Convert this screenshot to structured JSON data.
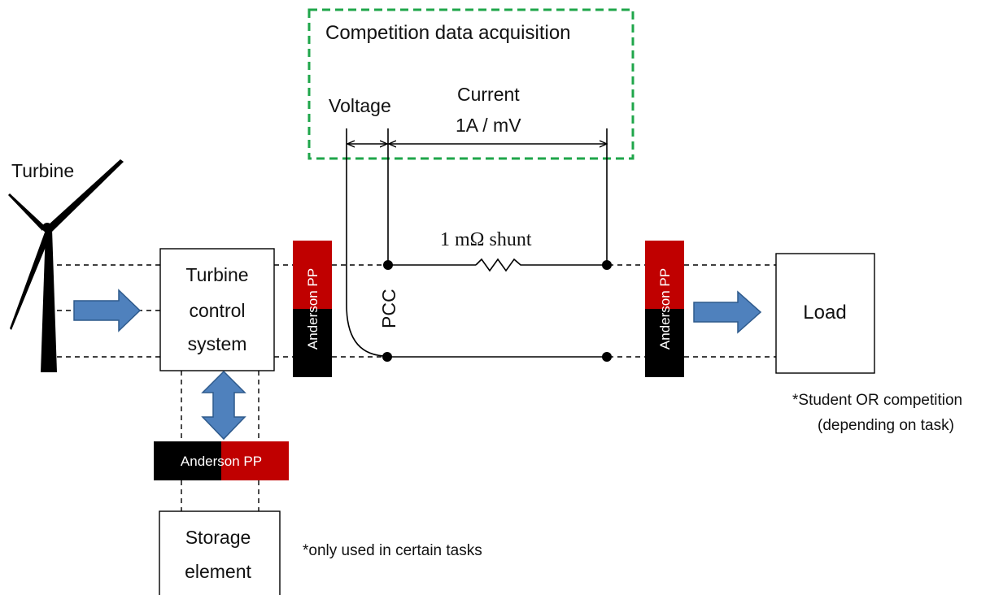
{
  "labels": {
    "turbine": "Turbine",
    "daq_title": "Competition data acquisition",
    "voltage": "Voltage",
    "current": "Current",
    "current_ratio": "1A / mV",
    "shunt": "1 mΩ shunt",
    "pcc": "PCC",
    "tcs_line1": "Turbine",
    "tcs_line2": "control",
    "tcs_line3": "system",
    "load": "Load",
    "storage_line1": "Storage",
    "storage_line2": "element",
    "connector_left": "Anderson PP",
    "connector_right": "Anderson PP",
    "connector_bottom": "Anderson PP",
    "note_load_line1": "*Student OR competition",
    "note_load_line2": "(depending on task)",
    "note_storage": "*only used in certain tasks"
  },
  "colors": {
    "daq_border": "#1fa64a",
    "connector_red": "#c00000",
    "connector_black": "#000000",
    "arrow_fill": "#4f81bd",
    "arrow_stroke": "#2e5a8c"
  },
  "icons": {
    "turbine": "wind-turbine-icon",
    "flow_arrow": "arrow-right-icon",
    "bidirectional_arrow": "arrow-up-down-icon",
    "resistor": "resistor-icon"
  }
}
